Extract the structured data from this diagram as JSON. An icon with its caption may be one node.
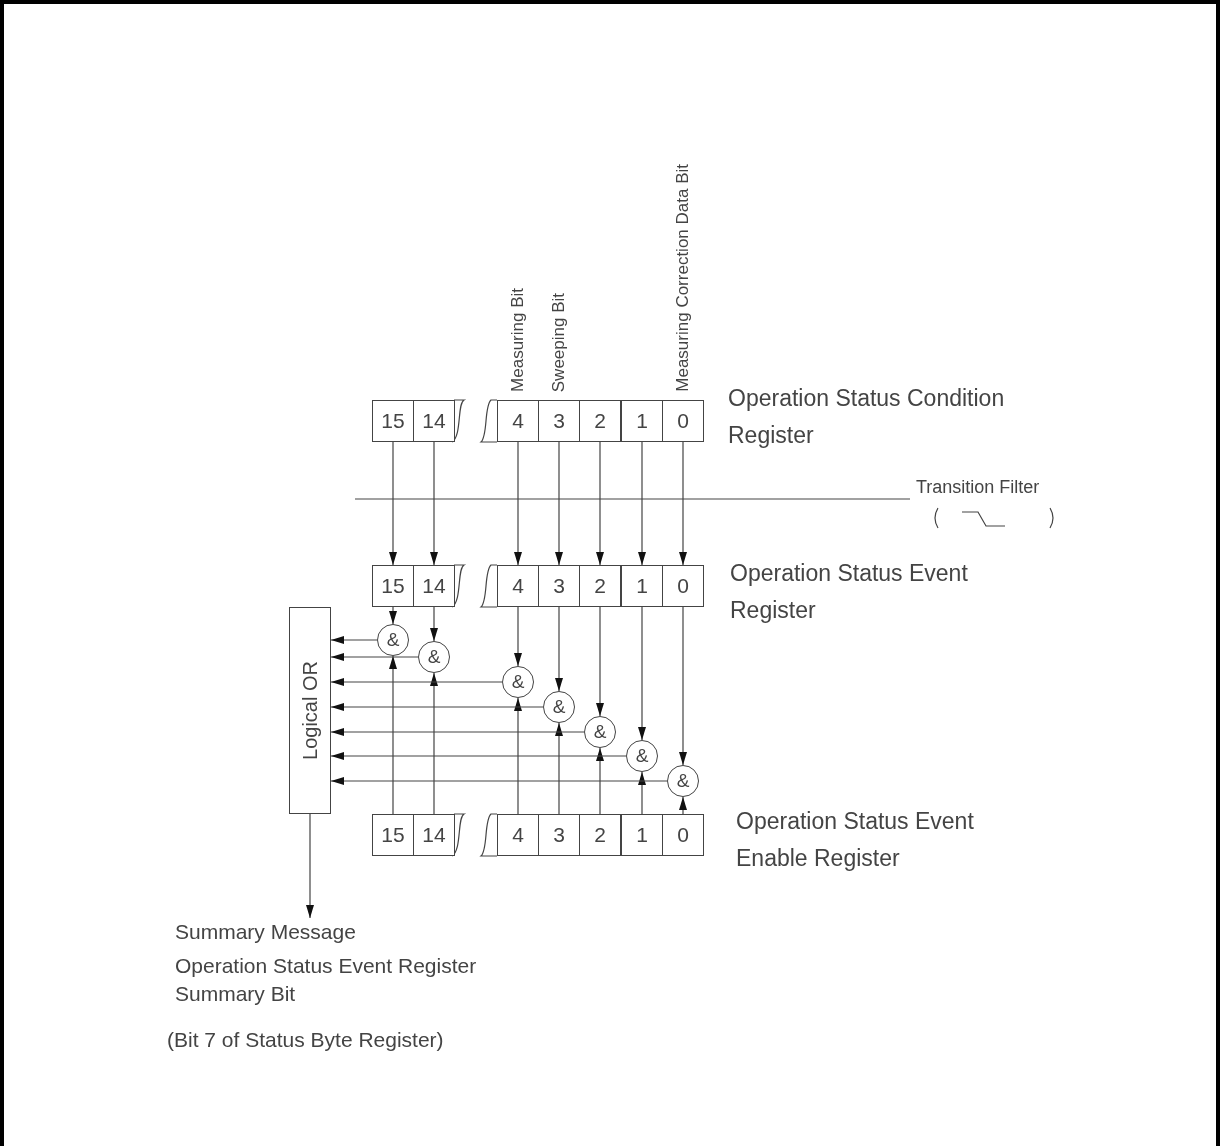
{
  "diagram": {
    "nodes": [
      {
        "text": [
          "15"
        ]
      },
      {
        "text": [
          "14"
        ]
      },
      {
        "text": [
          "4"
        ],
        "beside": [
          "Measuring Bit"
        ]
      },
      {
        "text": [
          "3"
        ],
        "beside": [
          "Sweeping Bit"
        ]
      },
      {
        "text": [
          "2"
        ]
      },
      {
        "text": [
          "1"
        ]
      },
      {
        "text": [
          "0"
        ],
        "beside": [
          "Measuring Correction Data Bit"
        ]
      },
      {
        "text": [
          "15"
        ]
      },
      {
        "text": [
          "14"
        ]
      },
      {
        "text": [
          "4"
        ]
      },
      {
        "text": [
          "3"
        ]
      },
      {
        "text": [
          "2"
        ]
      },
      {
        "text": [
          "1"
        ]
      },
      {
        "text": [
          "0"
        ]
      },
      {
        "text": [
          "&"
        ]
      },
      {
        "text": [
          "&"
        ]
      },
      {
        "text": [
          "&"
        ]
      },
      {
        "text": [
          "&"
        ]
      },
      {
        "text": [
          "&"
        ]
      },
      {
        "text": [
          "&"
        ]
      },
      {
        "text": [
          "&"
        ]
      },
      {
        "text": [
          "Logical OR"
        ]
      },
      {
        "text": [
          "15"
        ]
      },
      {
        "text": [
          "14"
        ]
      },
      {
        "text": [
          "4"
        ]
      },
      {
        "text": [
          "3"
        ]
      },
      {
        "text": [
          "2"
        ]
      },
      {
        "text": [
          "1"
        ]
      },
      {
        "text": [
          "0"
        ]
      },
      {
        "text": [
          "Summary Message",
          "Operation Status Event Register Summary Bit",
          "(Bit 7 of Status Byte Register)"
        ]
      }
    ],
    "edges": [
      {
        "from": 0,
        "to": 7,
        "arrow": "to"
      },
      {
        "from": 1,
        "to": 8,
        "arrow": "to"
      },
      {
        "from": 2,
        "to": 9,
        "arrow": "to"
      },
      {
        "from": 3,
        "to": 10,
        "arrow": "to"
      },
      {
        "from": 4,
        "to": 11,
        "arrow": "to"
      },
      {
        "from": 5,
        "to": 12,
        "arrow": "to"
      },
      {
        "from": 6,
        "to": 13,
        "arrow": "to"
      },
      {
        "from": 7,
        "to": 14,
        "arrow": "to"
      },
      {
        "from": 8,
        "to": 15,
        "arrow": "to"
      },
      {
        "from": 9,
        "to": 16,
        "arrow": "to"
      },
      {
        "from": 10,
        "to": 17,
        "arrow": "to"
      },
      {
        "from": 11,
        "to": 18,
        "arrow": "to"
      },
      {
        "from": 12,
        "to": 19,
        "arrow": "to"
      },
      {
        "from": 13,
        "to": 20,
        "arrow": "to"
      },
      {
        "from": 22,
        "to": 14,
        "arrow": "to"
      },
      {
        "from": 23,
        "to": 15,
        "arrow": "to"
      },
      {
        "from": 24,
        "to": 16,
        "arrow": "to"
      },
      {
        "from": 25,
        "to": 17,
        "arrow": "to"
      },
      {
        "from": 26,
        "to": 18,
        "arrow": "to"
      },
      {
        "from": 27,
        "to": 19,
        "arrow": "to"
      },
      {
        "from": 28,
        "to": 20,
        "arrow": "to"
      },
      {
        "from": 14,
        "to": 21,
        "arrow": "to"
      },
      {
        "from": 15,
        "to": 21,
        "arrow": "to"
      },
      {
        "from": 16,
        "to": 21,
        "arrow": "to"
      },
      {
        "from": 17,
        "to": 21,
        "arrow": "to"
      },
      {
        "from": 18,
        "to": 21,
        "arrow": "to"
      },
      {
        "from": 19,
        "to": 21,
        "arrow": "to"
      },
      {
        "from": 20,
        "to": 21,
        "arrow": "to"
      },
      {
        "from": 21,
        "to": 29,
        "arrow": "to"
      }
    ],
    "labels": [
      "Operation Status Condition Register",
      "Transition Filter",
      "Operation Status Event Register",
      "Operation Status Event Enable Register"
    ]
  }
}
